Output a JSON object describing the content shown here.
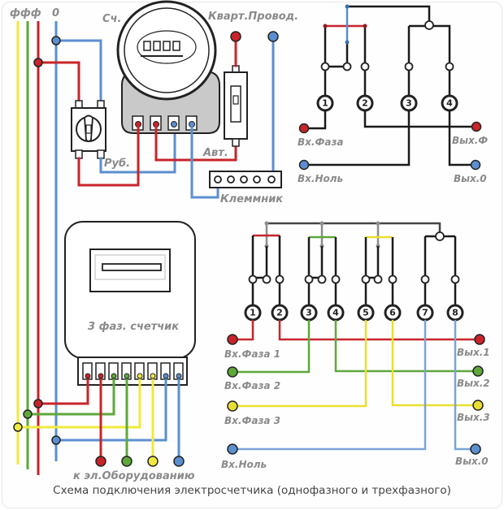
{
  "colors": {
    "phase_a": "#f0ea3c",
    "phase_b": "#5ea83a",
    "phase_c": "#c8242a",
    "neutral": "#5b8fd0",
    "wire_dark": "#1a1a1a",
    "wire_gray": "#8c8c8c",
    "label": "#8a8a8a"
  },
  "bus_labels": {
    "phases": "ффф",
    "zero": "0"
  },
  "single_phase": {
    "meter_label": "Сч.",
    "apartment_wiring_label": "Кварт.Провод.",
    "switch_label": "Руб.",
    "breaker_label": "Авт.",
    "terminal_block_label": "Клеммник",
    "schematic": {
      "terminals": [
        "1",
        "2",
        "3",
        "4"
      ],
      "in_phase": "Вх.Фаза",
      "in_zero": "Вх.Ноль",
      "out_phase": "Вых.Ф",
      "out_zero": "Вых.0"
    }
  },
  "three_phase": {
    "meter_label": "3 фаз. счетчик",
    "equipment_label": "к эл.Оборудованию",
    "schematic": {
      "terminals": [
        "1",
        "2",
        "3",
        "4",
        "5",
        "6",
        "7",
        "8"
      ],
      "inputs": [
        "Вх.Фаза 1",
        "Вх.Фаза 2",
        "Вх.Фаза 3",
        "Вх.Ноль"
      ],
      "outputs": [
        "Вых.1",
        "Вых.2",
        "Вых.3",
        "Вых.0"
      ]
    }
  },
  "caption": "Схема подключения электросчетчика (однофазного и трехфазного)"
}
